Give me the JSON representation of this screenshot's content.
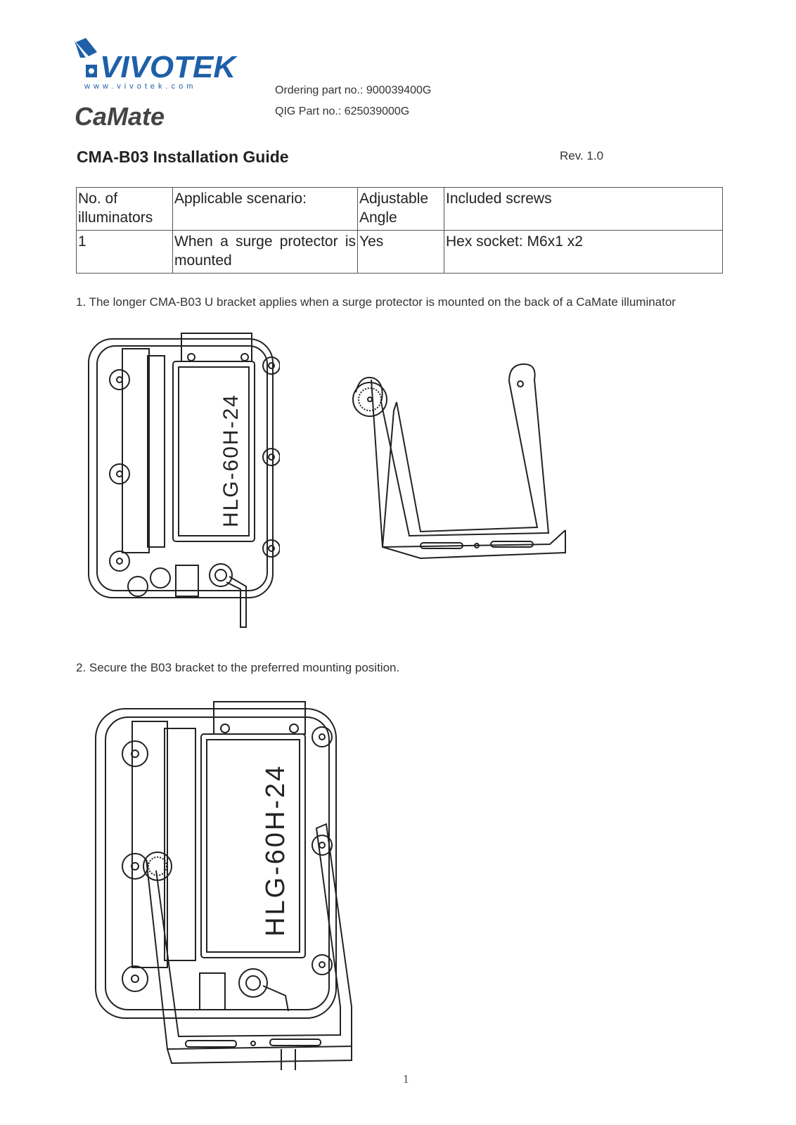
{
  "header": {
    "brand": "VIVOTEK",
    "brand_url": "www.vivotek.com",
    "sub_brand": "CaMate",
    "ordering_part": "Ordering part no.: 900039400G",
    "qig_part": "QIG Part no.: 625039000G"
  },
  "title": "CMA-B03 Installation Guide",
  "revision": "Rev. 1.0",
  "spec_table": {
    "headers": [
      "No. of illuminators",
      "Applicable scenario:",
      "Adjustable Angle",
      "Included screws"
    ],
    "rows": [
      [
        "1",
        "When a surge protector is mounted",
        "Yes",
        "Hex socket: M6x1 x2"
      ]
    ]
  },
  "steps": [
    "1. The longer CMA-B03 U bracket applies when a surge protector is mounted on the back of a CaMate illuminator",
    "2. Secure the B03 bracket to the preferred mounting position."
  ],
  "figure_label": "HLG-60H-24",
  "page_number": "1",
  "colors": {
    "logo_blue": "#1e5fa8",
    "line": "#222222"
  }
}
